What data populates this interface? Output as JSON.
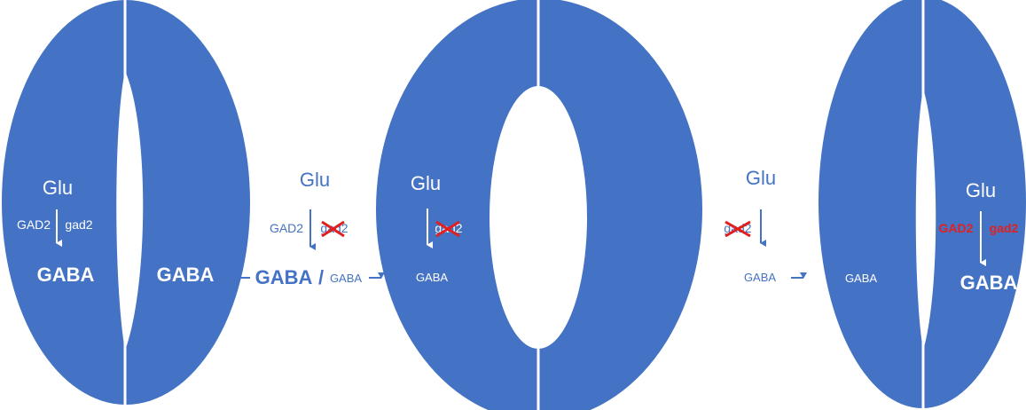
{
  "colors": {
    "cell_blue": "#4472c4",
    "text_blue": "#4472c4",
    "white": "#ffffff",
    "strike_red": "#e02020",
    "mutant_red": "#e0211f"
  },
  "left_pair": {
    "glu": "Glu",
    "gad2_upper": "GAD2",
    "gad2_lower": "gad2",
    "gaba_left": "GABA",
    "gaba_right": "GABA"
  },
  "left_gap": {
    "glu": "Glu",
    "gad2_upper": "GAD2",
    "gad2_lower_struck": "gad2",
    "gaba_large": "GABA",
    "slash": "/",
    "gaba_small": "GABA"
  },
  "middle_pair": {
    "glu": "Glu",
    "gad2_lower_struck": "gad2",
    "gaba": "GABA"
  },
  "right_gap": {
    "glu": "Glu",
    "gad2_lower_struck": "gad2",
    "gaba": "GABA"
  },
  "right_pair": {
    "gaba_left": "GABA",
    "glu": "Glu",
    "gad2_upper": "GAD2",
    "gad2_lower": "gad2",
    "gaba_right": "GABA"
  }
}
